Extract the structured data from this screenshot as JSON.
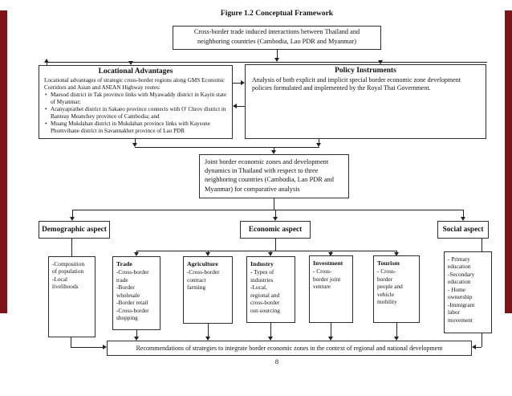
{
  "figure": {
    "title": "Figure 1.2 Conceptual Framework",
    "page_number": "8"
  },
  "colors": {
    "side_bar": "#7D1416"
  },
  "nodes": {
    "top": {
      "text": "Cross-border trade induced interactions between Thailand and neighboring countries (Cambodia, Lao PDR and Myanmar)"
    },
    "locational": {
      "title": "Locational Advantages",
      "intro": "Locational advantages of strategic cross-border regions along GMS Economic Corridors and Asian and ASEAN Highway routes:",
      "bullets": [
        "Maesod district in Tak province links with Myawaddy district in Kayin state of Myanmar;",
        "Aranyaprathet district in Sakaeo province connects with O' Chrov district in Banteay Meanchey province of Cambodia; and",
        "Muang Mukdahan district in Mukdahan province links with Kaysone Phomvihane district in Savannakhet province of Lao PDR"
      ]
    },
    "policy": {
      "title": "Policy Instruments",
      "body": "Analysis of both explicit and implicit special border economic zone development policies formulated and implemented by the Royal Thai Government."
    },
    "joint": {
      "text": "Joint border economic zones and development dynamics in Thailand with respect to three neighboring countries (Cambodia, Lao PDR and Myanmar) for comparative analysis"
    },
    "aspects": {
      "demographic": "Demographic aspect",
      "economic": "Economic aspect",
      "social": "Social aspect"
    },
    "demographic_detail": {
      "lines": [
        "-Composition",
        "of population",
        "-Local",
        "livelihoods"
      ]
    },
    "trade": {
      "title": "Trade",
      "lines": [
        "-Cross-border",
        "trade",
        "-Border",
        "wholesale",
        "-Border retail",
        "-Cross-border",
        "shopping"
      ]
    },
    "agriculture": {
      "title": "Agriculture",
      "lines": [
        "-Cross-border",
        "contract",
        "farming"
      ]
    },
    "industry": {
      "title": "Industry",
      "lines": [
        "- Types of",
        "industries",
        "-Local,",
        "regional and",
        "cross-border",
        "out-sourcing"
      ]
    },
    "investment": {
      "title": "Investment",
      "lines": [
        "- Cross-",
        "border joint",
        "venture"
      ]
    },
    "tourism": {
      "title": "Tourism",
      "lines": [
        "- Cross-",
        "border",
        "people and",
        "vehicle",
        "mobility"
      ]
    },
    "social_detail": {
      "lines": [
        "- Primary",
        "education",
        "-Secondary",
        "education",
        "- Home",
        "ownership",
        "-Immigrant",
        "labor",
        "movement"
      ]
    },
    "recommendations": {
      "text": "Recommendations of strategies to integrate border economic zones in the context of regional and national development"
    }
  }
}
